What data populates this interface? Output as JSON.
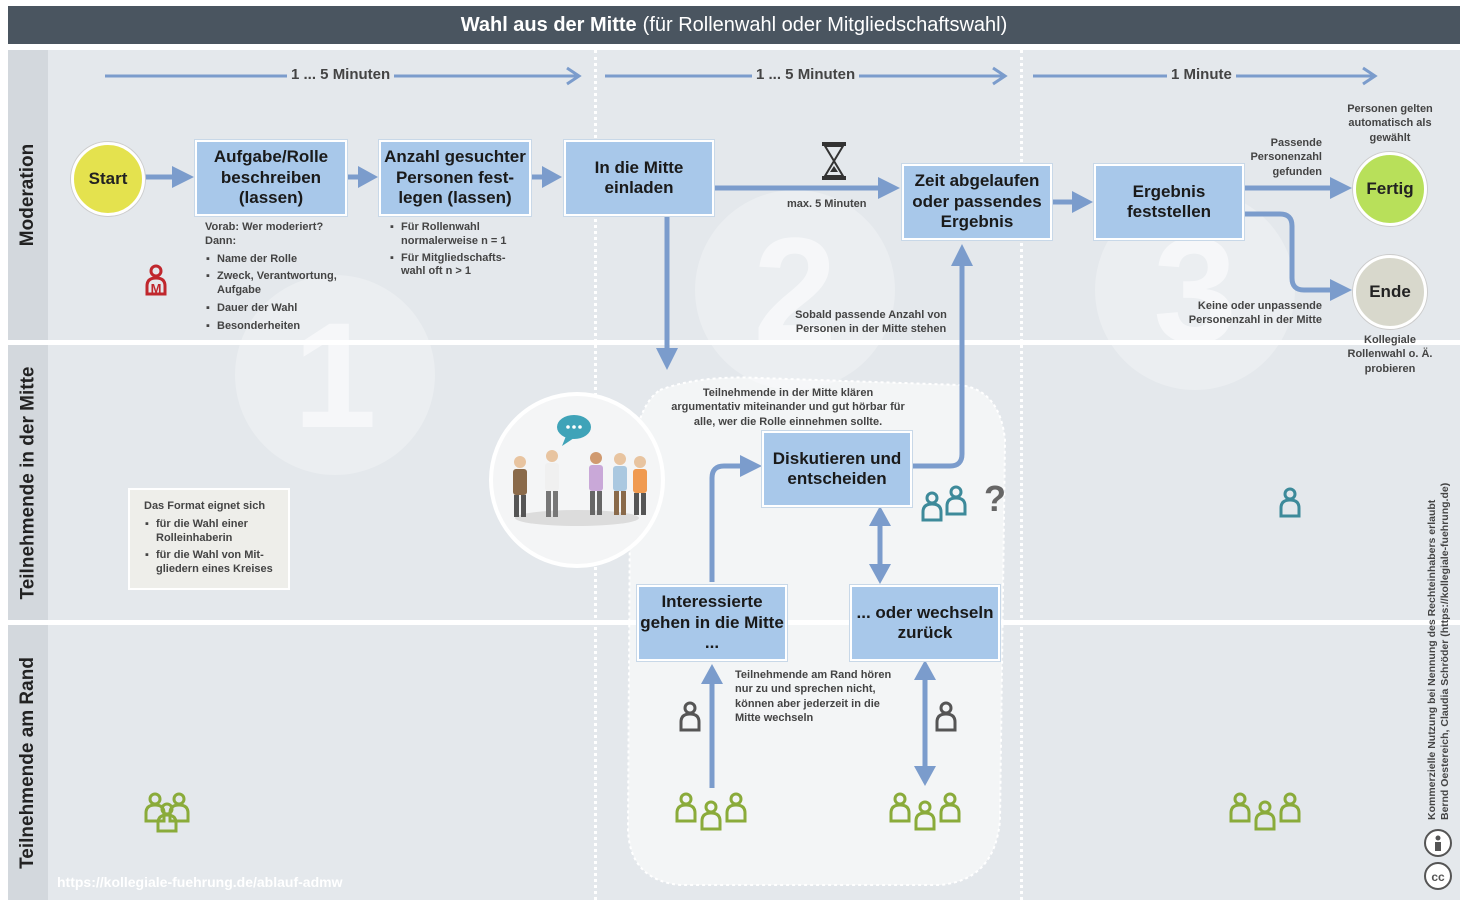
{
  "title": {
    "bold": "Wahl aus der Mitte",
    "rest": "(für Rollenwahl oder Mitgliedschaftswahl)"
  },
  "lanes": [
    "Moderation",
    "Teilnehmende in der Mitte",
    "Teilnehmende am Rand"
  ],
  "durations": [
    "1 ... 5 Minuten",
    "1 ... 5 Minuten",
    "1 Minute"
  ],
  "phase_numbers": [
    "1",
    "2",
    "3"
  ],
  "nodes": {
    "start": "Start",
    "aufgabe": "Aufgabe/Rolle beschreiben (lassen)",
    "anzahl": "Anzahl gesuchter Personen fest-legen (lassen)",
    "mitte": "In die Mitte einladen",
    "zeit": "Zeit abgelaufen oder passendes Ergebnis",
    "ergebnis": "Ergebnis feststellen",
    "fertig": "Fertig",
    "ende": "Ende",
    "diskutieren": "Diskutieren und entscheiden",
    "interessierte": "Interessierte gehen in die Mitte ...",
    "wechseln": "... oder wechseln zurück"
  },
  "notes": {
    "vorab_title": "Vorab: Wer moderiert?",
    "vorab_dann": "Dann:",
    "vorab_items": [
      "Name der Rolle",
      "Zweck, Verantwortung, Aufgabe",
      "Dauer der Wahl",
      "Besonderheiten"
    ],
    "anzahl_items": [
      "Für Rollenwahl normalerweise n = 1",
      "Für Mitgliedschafts-wahl oft n > 1"
    ],
    "max": "max. 5 Minuten",
    "sobald": "Sobald passende Anzahl von Personen in der Mitte stehen",
    "passende": "Passende Personenzahl gefunden",
    "gelten": "Personen gelten automatisch als gewählt",
    "keine": "Keine oder unpassende Personenzahl in der Mitte",
    "kollegiale": "Kollegiale Rollenwahl o. Ä. probieren",
    "klaeren": "Teilnehmende in der Mitte klären argumentativ miteinander und gut hörbar für alle, wer die Rolle einnehmen sollte.",
    "rand": "Teilnehmende am Rand hören nur zu und sprechen nicht, können aber jederzeit in die Mitte wechseln",
    "format_title": "Das Format eignet sich",
    "format_items": [
      "für die Wahl einer Rolleinhaberin",
      "für die Wahl von Mit-gliedern eines Kreises"
    ]
  },
  "footer_url": "https://kollegiale-fuehrung.de/ablauf-admw",
  "license": "Kommerzielle Nutzung bei Nennung des Rechteinhabers erlaubt",
  "credit": "Bernd Oestereich, Claudia Schröder (https://kollegiale-fuehrung.de)",
  "moderator_badge": "M",
  "question_mark": "?",
  "cc_badge": "cc",
  "colors": {
    "box": "#a8c8ea",
    "arrow": "#7b9ccc",
    "start": "#e4e24e",
    "fertig": "#b8e05a",
    "ende": "#d8d8cc",
    "green_person": "#8aab3a",
    "teal_person": "#3d8a9a",
    "red_person": "#c0272d",
    "title_bg": "#4a5560"
  },
  "icons": [
    "hourglass-icon",
    "person-icon",
    "group-icon",
    "discussion-illustration",
    "speech-bubble-icon",
    "cc-icon",
    "attribution-icon"
  ]
}
